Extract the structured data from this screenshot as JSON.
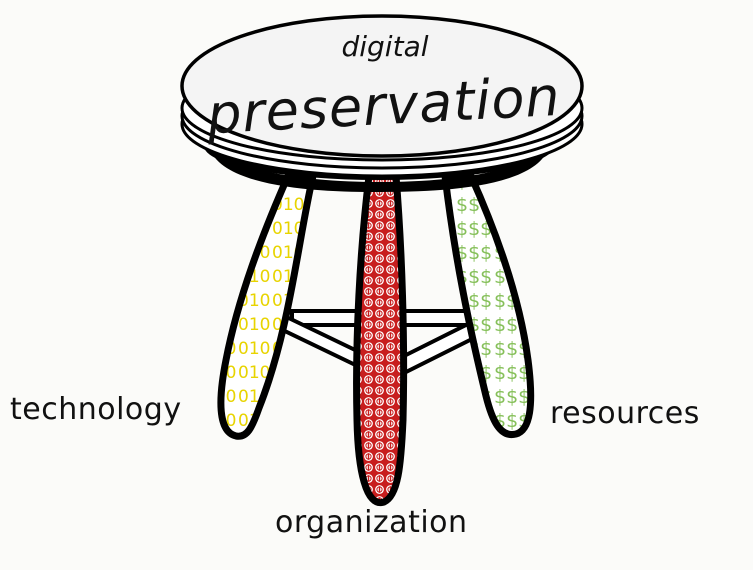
{
  "stool": {
    "top_line": "digital",
    "main_text": "preservation"
  },
  "legs": [
    {
      "label": "technology",
      "pattern": "binary",
      "pattern_text": "010",
      "color": "#e8d400"
    },
    {
      "label": "organization",
      "pattern": "dp-mark",
      "pattern_text": "DP",
      "color": "#c81e1e"
    },
    {
      "label": "resources",
      "pattern": "dollar",
      "pattern_text": "$$$",
      "color": "#7ac143"
    }
  ],
  "colors": {
    "background": "#fbfbf9",
    "outline": "#000000",
    "seat": "#f4f4f4"
  }
}
